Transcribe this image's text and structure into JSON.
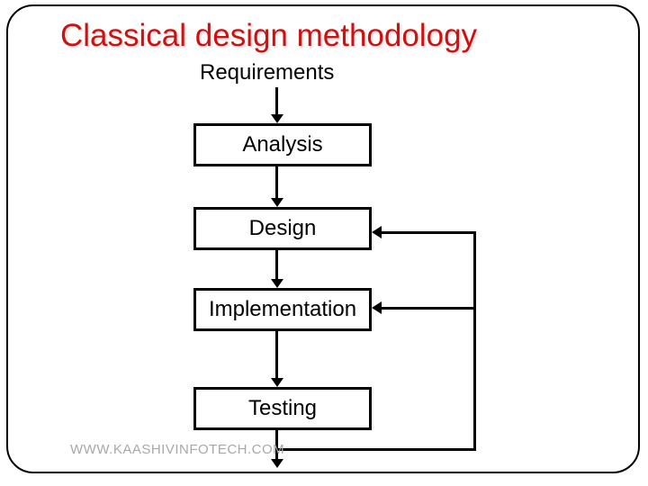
{
  "slide": {
    "title": "Classical design methodology",
    "footer": "WWW.KAASHIVINFOTECH.COM",
    "title_color": "#cc1111",
    "footer_color": "#a8a8a8",
    "line_color": "#000000",
    "background_color": "#ffffff"
  },
  "diagram": {
    "type": "flowchart",
    "start_label": "Requirements",
    "nodes": [
      {
        "label": "Analysis"
      },
      {
        "label": "Design"
      },
      {
        "label": "Implementation"
      },
      {
        "label": "Testing"
      }
    ],
    "edges": [
      {
        "from": "Requirements",
        "to": "Analysis",
        "type": "forward"
      },
      {
        "from": "Analysis",
        "to": "Design",
        "type": "forward"
      },
      {
        "from": "Design",
        "to": "Implementation",
        "type": "forward"
      },
      {
        "from": "Implementation",
        "to": "Testing",
        "type": "forward"
      },
      {
        "from": "Testing",
        "to": "exit-bottom",
        "type": "forward"
      },
      {
        "from": "Testing",
        "to": "Design",
        "type": "feedback"
      },
      {
        "from": "Testing",
        "to": "Implementation",
        "type": "feedback"
      }
    ]
  }
}
